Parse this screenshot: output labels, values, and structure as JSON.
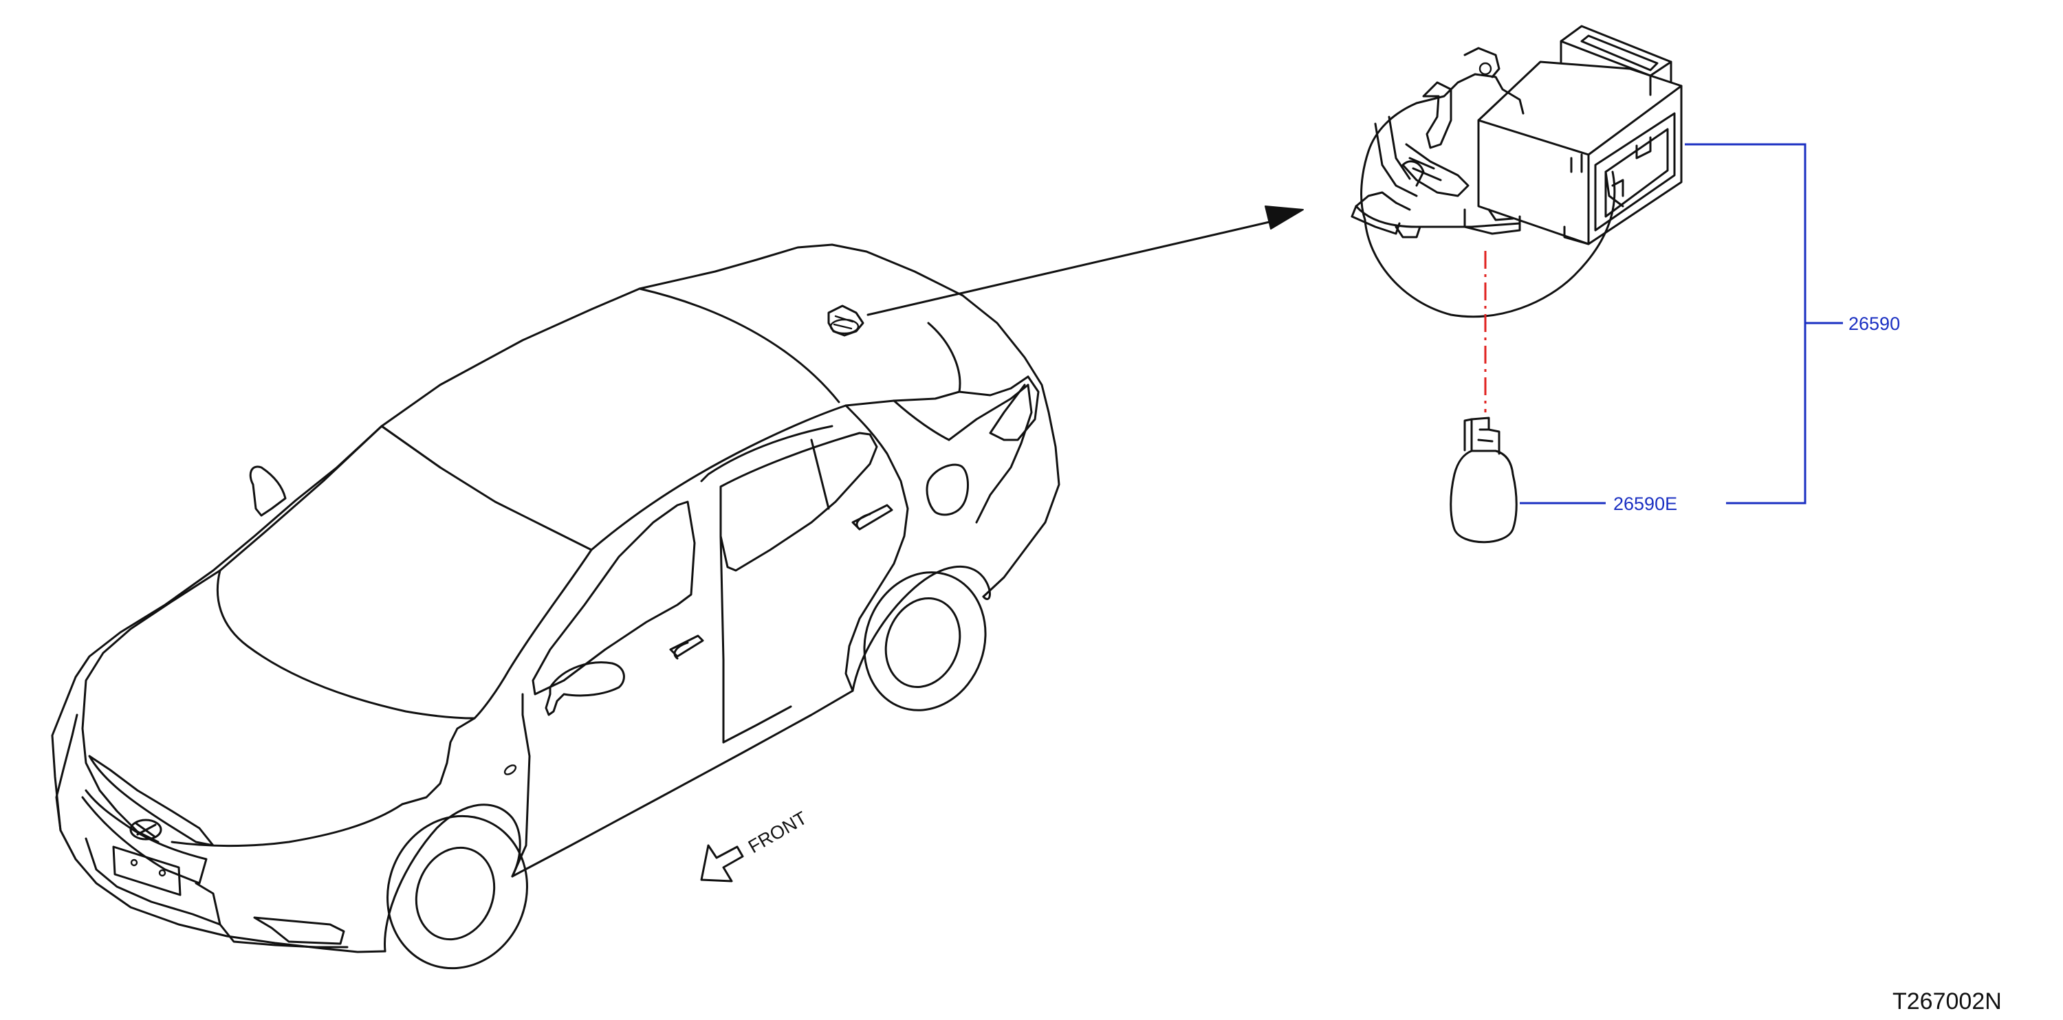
{
  "colors": {
    "line": "#111111",
    "callout": "#1a2fc2",
    "dash": "#e0201e",
    "background": "#ffffff"
  },
  "direction": {
    "label": "FRONT"
  },
  "parts": [
    {
      "number": "26590"
    },
    {
      "number": "26590E"
    }
  ],
  "drawing_code": "T267002N"
}
